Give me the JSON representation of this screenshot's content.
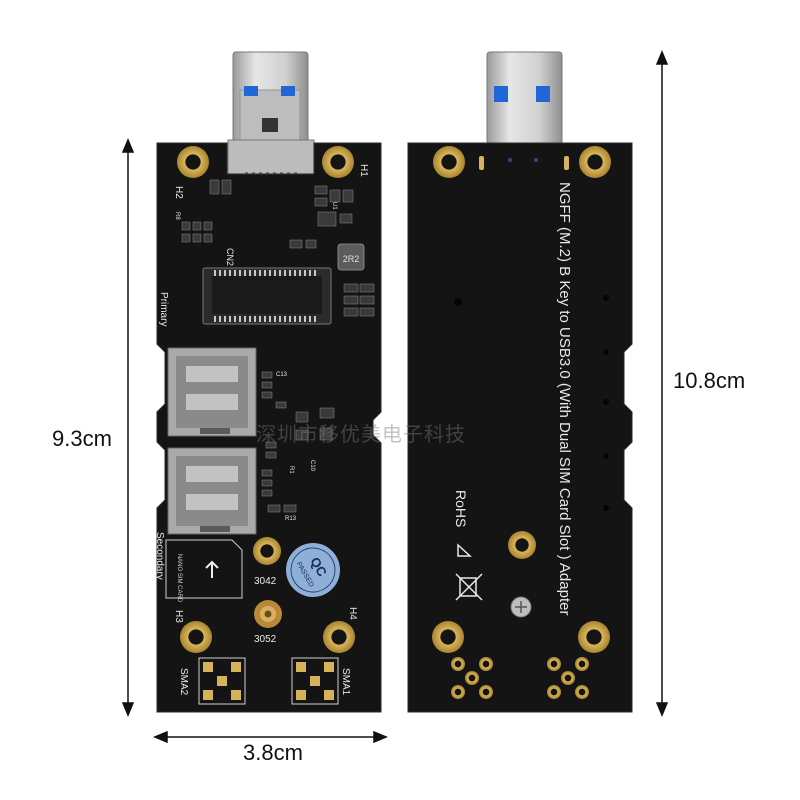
{
  "dimensions": {
    "board_height": "9.3cm",
    "total_height": "10.8cm",
    "board_width": "3.8cm"
  },
  "watermark": "深圳市移优美电子科技",
  "front_board": {
    "silkscreen": {
      "h1": "H1",
      "h2": "H2",
      "h3": "H3",
      "h4": "H4",
      "cn2": "CN2",
      "primary": "Primary",
      "secondary": "Secondary",
      "sma1": "SMA1",
      "sma2": "SMA2",
      "hole_3042": "3042",
      "hole_3052": "3052",
      "inductor": "2R2",
      "nano_sim": "NANO SIM CARD",
      "c13": "C13",
      "c10": "C10",
      "r13": "R13",
      "r8": "R8",
      "r1": "R1",
      "u1": "U1"
    },
    "qc_sticker": {
      "line1": "QC",
      "line2": "PASSED"
    }
  },
  "back_board": {
    "title_text": "NGFF (M.2) B Key to USB3.0 (With Dual SIM Card Slot ) Adapter",
    "rohs": "RoHS"
  },
  "colors": {
    "pcb": "#141414",
    "usb_metal": "#c9c9c9",
    "usb_blue": "#1f66d6",
    "gold": "#c8a24a",
    "sticker": "#8fb0d6",
    "silkscreen": "#e8e8e8"
  }
}
